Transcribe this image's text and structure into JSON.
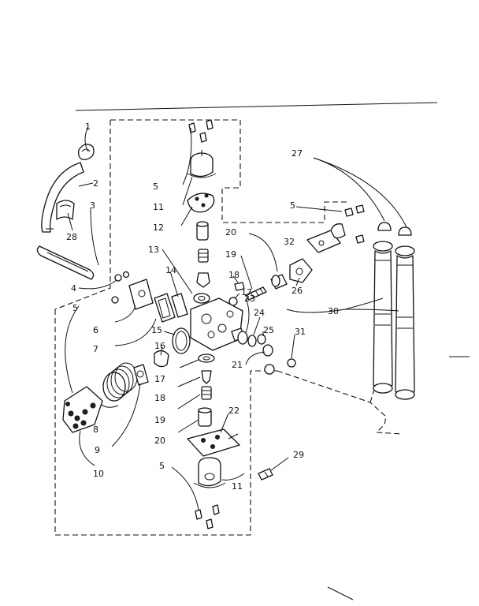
{
  "callouts": [
    {
      "id": "c1",
      "text": "1"
    },
    {
      "id": "c2",
      "text": "2"
    },
    {
      "id": "c3",
      "text": "3"
    },
    {
      "id": "c28",
      "text": "28"
    },
    {
      "id": "c4",
      "text": "4"
    },
    {
      "id": "c5a",
      "text": "5"
    },
    {
      "id": "c6",
      "text": "6"
    },
    {
      "id": "c7",
      "text": "7"
    },
    {
      "id": "c8",
      "text": "8"
    },
    {
      "id": "c9",
      "text": "9"
    },
    {
      "id": "c10",
      "text": "10"
    },
    {
      "id": "c5b",
      "text": "5"
    },
    {
      "id": "c11a",
      "text": "11"
    },
    {
      "id": "c12",
      "text": "12"
    },
    {
      "id": "c13",
      "text": "13"
    },
    {
      "id": "c14",
      "text": "14"
    },
    {
      "id": "c15",
      "text": "15"
    },
    {
      "id": "c16",
      "text": "16"
    },
    {
      "id": "c17a",
      "text": "17"
    },
    {
      "id": "c18a",
      "text": "18"
    },
    {
      "id": "c19a",
      "text": "19"
    },
    {
      "id": "c20a",
      "text": "20"
    },
    {
      "id": "c5c",
      "text": "5"
    },
    {
      "id": "c11b",
      "text": "11"
    },
    {
      "id": "c22",
      "text": "22"
    },
    {
      "id": "c29",
      "text": "29"
    },
    {
      "id": "c20b",
      "text": "20"
    },
    {
      "id": "c19b",
      "text": "19"
    },
    {
      "id": "c18b",
      "text": "18"
    },
    {
      "id": "c17b",
      "text": "17"
    },
    {
      "id": "c23",
      "text": "23"
    },
    {
      "id": "c24",
      "text": "24"
    },
    {
      "id": "c25",
      "text": "25"
    },
    {
      "id": "c21",
      "text": "21"
    },
    {
      "id": "c26",
      "text": "26"
    },
    {
      "id": "c5d",
      "text": "5"
    },
    {
      "id": "c32",
      "text": "32"
    },
    {
      "id": "c31",
      "text": "31"
    },
    {
      "id": "c27",
      "text": "27"
    },
    {
      "id": "c30",
      "text": "30"
    }
  ]
}
